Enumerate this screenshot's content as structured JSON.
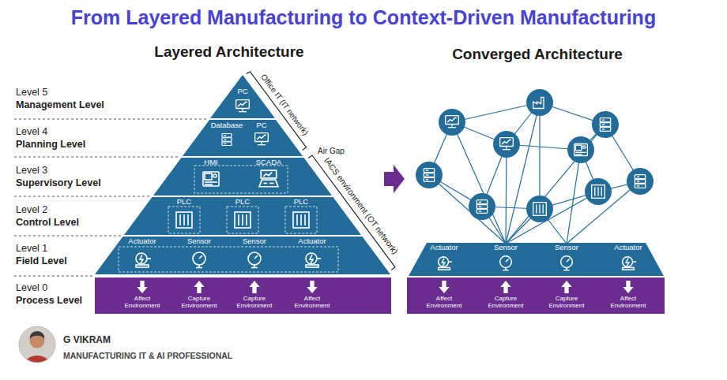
{
  "diagram": {
    "title": "From Layered Manufacturing to Context-Driven Manufacturing",
    "nodes": [
      {
        "text": [
          "PC"
        ]
      },
      {
        "text": [
          "Database",
          "PC"
        ]
      },
      {
        "text": [
          "HMI",
          "SCADA"
        ]
      },
      {
        "text": [
          "PLC",
          "PLC",
          "PLC"
        ]
      },
      {
        "text": [
          "Actuator",
          "Sensor",
          "Sensor",
          "Actuator"
        ]
      },
      {
        "text": [
          "Affect Environment",
          "Capture Environment",
          "Capture Environment",
          "Affect Environment"
        ]
      },
      {
        "text": [
          "Actuator",
          "Sensor",
          "Sensor",
          "Actuator"
        ]
      },
      {
        "text": [
          "Affect Environment",
          "Capture Environment",
          "Capture Environment",
          "Affect Environment"
        ]
      }
    ],
    "labels": [
      "Layered Architecture",
      "Converged Architecture",
      "Level 5",
      "Management Level",
      "Level 4",
      "Planning Level",
      "Level 3",
      "Supervisory Level",
      "Level 2",
      "Control Level",
      "Level 1",
      "Field Level",
      "Level 0",
      "Process Level",
      "Office IT (IT network)",
      "Air Gap",
      "IACS environment (OT network)",
      "G VIKRAM",
      "MANUFACTURING IT & AI PROFESSIONAL"
    ]
  }
}
